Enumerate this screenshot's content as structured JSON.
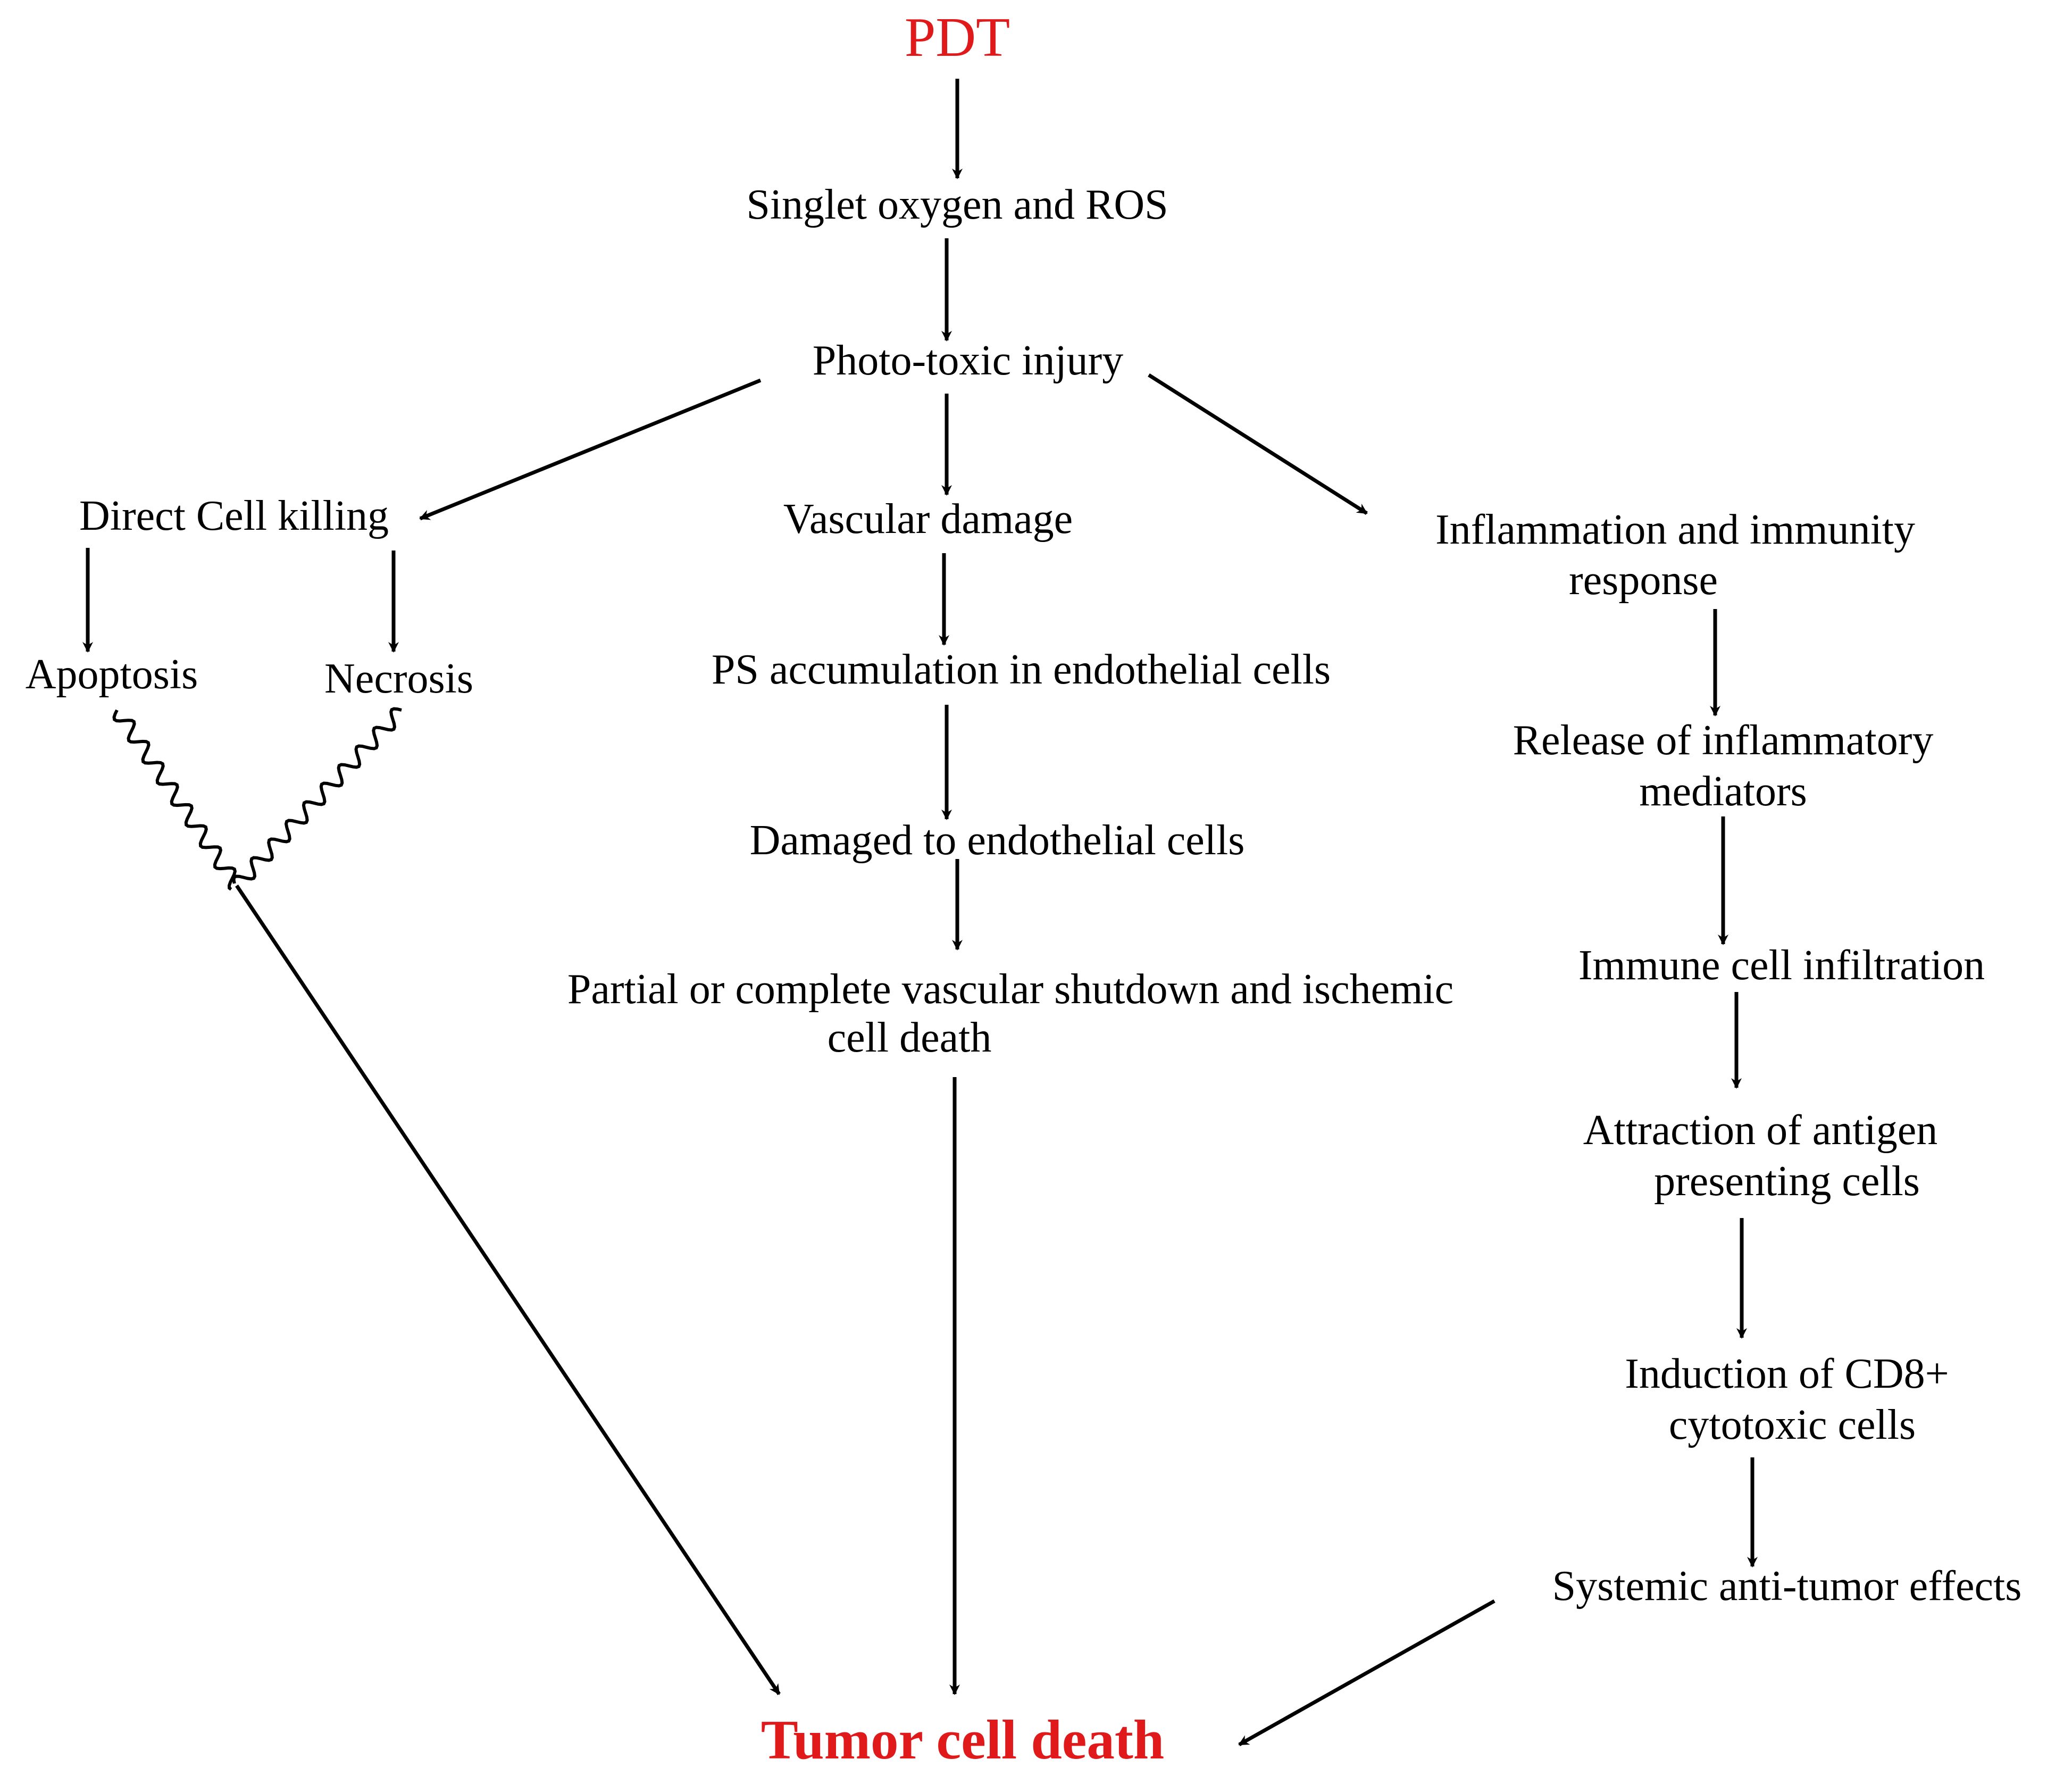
{
  "colors": {
    "accent_red": "#e0191b",
    "text": "#000000",
    "arrow": "#000000",
    "background": "#ffffff"
  },
  "nodes": {
    "pdt": "PDT",
    "singlet_oxygen": "Singlet oxygen and ROS",
    "phototoxic_injury": "Photo-toxic injury",
    "direct_cell_killing": "Direct Cell killing",
    "apoptosis": "Apoptosis",
    "necrosis": "Necrosis",
    "vascular_damage": "Vascular damage",
    "ps_accumulation": "PS accumulation in endothelial cells",
    "damaged_endothelial": "Damaged to endothelial cells",
    "vascular_shutdown_line1": "Partial or complete vascular shutdown and ischemic",
    "vascular_shutdown_line2": "cell death",
    "inflammation_line1": "Inflammation and immunity",
    "inflammation_line2": "response",
    "release_line1": "Release of inflammatory",
    "release_line2": "mediators",
    "immune_infiltration": "Immune cell infiltration",
    "attraction_line1": "Attraction of antigen",
    "attraction_line2": "presenting cells",
    "induction_line1": "Induction of CD8+",
    "induction_line2": "cytotoxic cells",
    "systemic_effects": "Systemic anti-tumor effects",
    "tumor_cell_death": "Tumor cell death"
  }
}
